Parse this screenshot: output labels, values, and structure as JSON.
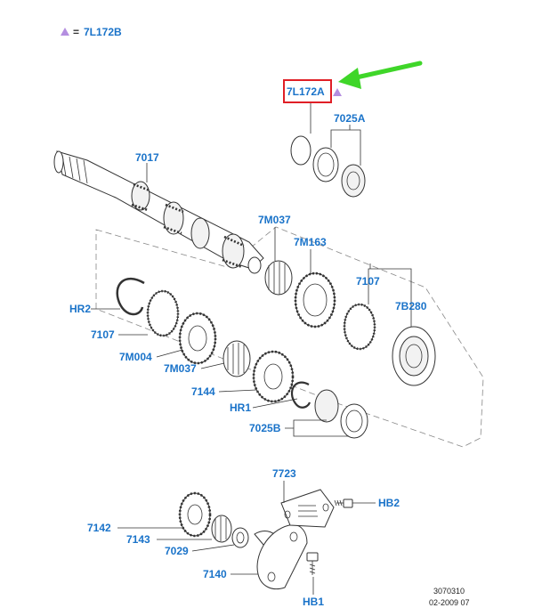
{
  "legend": {
    "symbol_color": "#b48ee0",
    "equals": "=",
    "text": "7L172B"
  },
  "labels": {
    "7L172A": "7L172A",
    "7025A": "7025A",
    "7017": "7017",
    "7M037_top": "7M037",
    "7M163": "7M163",
    "7107_right": "7107",
    "7B280": "7B280",
    "HR2": "HR2",
    "7107_left": "7107",
    "7M004": "7M004",
    "7M037_bottom": "7M037",
    "7144": "7144",
    "HR1": "HR1",
    "7025B": "7025B",
    "7723": "7723",
    "HB2": "HB2",
    "7142": "7142",
    "7143": "7143",
    "7029": "7029",
    "7140": "7140",
    "HB1": "HB1"
  },
  "footer": {
    "ref_number": "3070310",
    "date": "02-2009 07"
  },
  "colors": {
    "label_blue": "#1a73c9",
    "highlight_red": "#e01f26",
    "arrow_green": "#3fd629",
    "marker_purple": "#b48ee0"
  }
}
